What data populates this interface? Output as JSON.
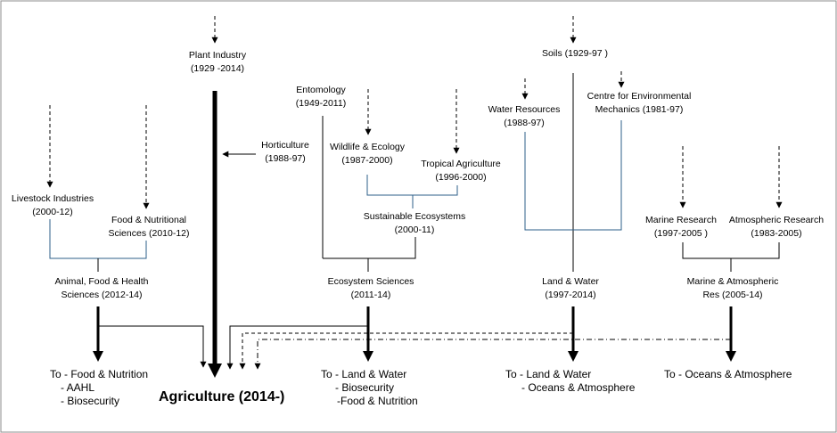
{
  "nodes": {
    "plant_industry": {
      "name": "Plant Industry",
      "years": "(1929 -2014)"
    },
    "soils": {
      "name": "Soils (1929-97 )",
      "years": ""
    },
    "entomology": {
      "name": "Entomology",
      "years": "(1949-2011)"
    },
    "water_resources": {
      "name": "Water Resources",
      "years": "(1988-97)"
    },
    "centre_env_mech": {
      "name": "Centre for Environmental",
      "years": "Mechanics (1981-97)"
    },
    "horticulture": {
      "name": "Horticulture",
      "years": "(1988-97)"
    },
    "wildlife_ecology": {
      "name": "Wildlife & Ecology",
      "years": "(1987-2000)"
    },
    "tropical_agriculture": {
      "name": "Tropical Agriculture",
      "years": "(1996-2000)"
    },
    "livestock_industries": {
      "name": "Livestock Industries",
      "years": "(2000-12)"
    },
    "food_nutritional_sciences": {
      "name": "Food & Nutritional",
      "years": "Sciences (2010-12)"
    },
    "sustainable_ecosystems": {
      "name": "Sustainable Ecosystems",
      "years": "(2000-11)"
    },
    "marine_research": {
      "name": "Marine Research",
      "years": "(1997-2005 )"
    },
    "atmospheric_research": {
      "name": "Atmospheric  Research",
      "years": "(1983-2005)"
    },
    "animal_food_health": {
      "name": "Animal, Food & Health",
      "years": "Sciences (2012-14)"
    },
    "ecosystem_sciences": {
      "name": "Ecosystem Sciences",
      "years": "(2011-14)"
    },
    "land_water": {
      "name": "Land & Water",
      "years": "(1997-2014)"
    },
    "marine_atmospheric": {
      "name": "Marine & Atmospheric",
      "years": "Res (2005-14)"
    }
  },
  "destinations": {
    "afhs": {
      "title": "To - Food & Nutrition",
      "items": [
        "- AAHL",
        "- Biosecurity"
      ]
    },
    "agriculture": {
      "title": "Agriculture (2014-)"
    },
    "ecosystem": {
      "title": "To - Land & Water",
      "items": [
        "- Biosecurity",
        "-Food & Nutrition"
      ]
    },
    "land_water": {
      "title": "To -  Land & Water",
      "items": [
        "- Oceans & Atmosphere"
      ]
    },
    "marine": {
      "title": "To - Oceans & Atmosphere",
      "items": []
    }
  },
  "colors": {
    "line": "#000000",
    "connector": "#2e5f8a",
    "border": "#8c8c8c"
  }
}
